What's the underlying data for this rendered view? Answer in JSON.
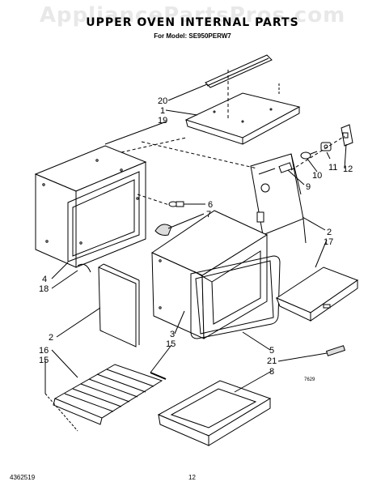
{
  "watermark": "AppliancePartsPros.com",
  "title": "UPPER OVEN INTERNAL PARTS",
  "subtitle": "For Model: SE950PERW7",
  "footer": {
    "doc_number": "4362519",
    "page_number": "12"
  },
  "figure_code": "7629",
  "callouts": [
    {
      "id": "c20",
      "text": "20"
    },
    {
      "id": "c1",
      "text": "1"
    },
    {
      "id": "c19",
      "text": "19"
    },
    {
      "id": "c6",
      "text": "6"
    },
    {
      "id": "c7",
      "text": "7"
    },
    {
      "id": "c4",
      "text": "4"
    },
    {
      "id": "c18",
      "text": "18"
    },
    {
      "id": "c2l",
      "text": "2"
    },
    {
      "id": "c16",
      "text": "16"
    },
    {
      "id": "c15l",
      "text": "15"
    },
    {
      "id": "c3",
      "text": "3"
    },
    {
      "id": "c15m",
      "text": "15"
    },
    {
      "id": "c5",
      "text": "5"
    },
    {
      "id": "c21",
      "text": "21"
    },
    {
      "id": "c8",
      "text": "8"
    },
    {
      "id": "c9",
      "text": "9"
    },
    {
      "id": "c10",
      "text": "10"
    },
    {
      "id": "c11",
      "text": "11"
    },
    {
      "id": "c12",
      "text": "12"
    },
    {
      "id": "c2r",
      "text": "2"
    },
    {
      "id": "c17",
      "text": "17"
    }
  ]
}
